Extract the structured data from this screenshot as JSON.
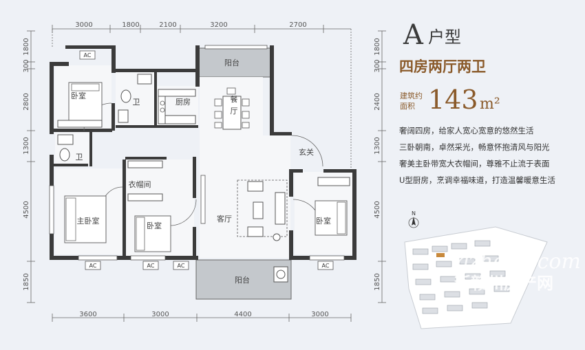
{
  "header": {
    "type_letter": "A",
    "type_suffix": "户型",
    "subtitle": "四房两厅两卫",
    "area_label_1": "建筑约",
    "area_label_2": "面积",
    "area_value": "143",
    "area_unit": "m²"
  },
  "description": [
    "奢阔四房，给家人宽心宽意的悠然生活",
    "三卧朝南，卓然采光，畅意怀抱清风与阳光",
    "奢美主卧带宽大衣帽间，尊雅不止流于表面",
    "U型厨房，烹调幸福味道，打造温馨暖意生活"
  ],
  "dimensions": {
    "top": [
      "3000",
      "1800",
      "2100",
      "3200",
      "2700"
    ],
    "bottom": [
      "3600",
      "3000",
      "4400",
      "3000"
    ],
    "left": [
      "1800",
      "300",
      "2800",
      "1300",
      "4500",
      "1850"
    ],
    "right": [
      "1800",
      "300",
      "2400",
      "1300",
      "4500",
      "1850"
    ]
  },
  "rooms": {
    "balcony_top": "阳台",
    "bedroom_nw": "卧室",
    "bath_1": "卫",
    "kitchen": "厨房",
    "dining": "餐厅",
    "bath_2": "卫",
    "foyer": "玄关",
    "closet": "衣帽间",
    "master_bedroom": "主卧室",
    "bedroom_mid": "卧室",
    "living": "客厅",
    "bedroom_e": "卧室",
    "balcony_bottom": "阳台"
  },
  "ac_label": "AC",
  "compass": "N",
  "watermark": {
    "line1": "gzhomecom",
    "line2": "新赣州房产网"
  },
  "colors": {
    "background": "#eef1f6",
    "wall": "#3b3b3b",
    "balcony": "#c4c8cc",
    "accent": "#8a5a2a"
  }
}
